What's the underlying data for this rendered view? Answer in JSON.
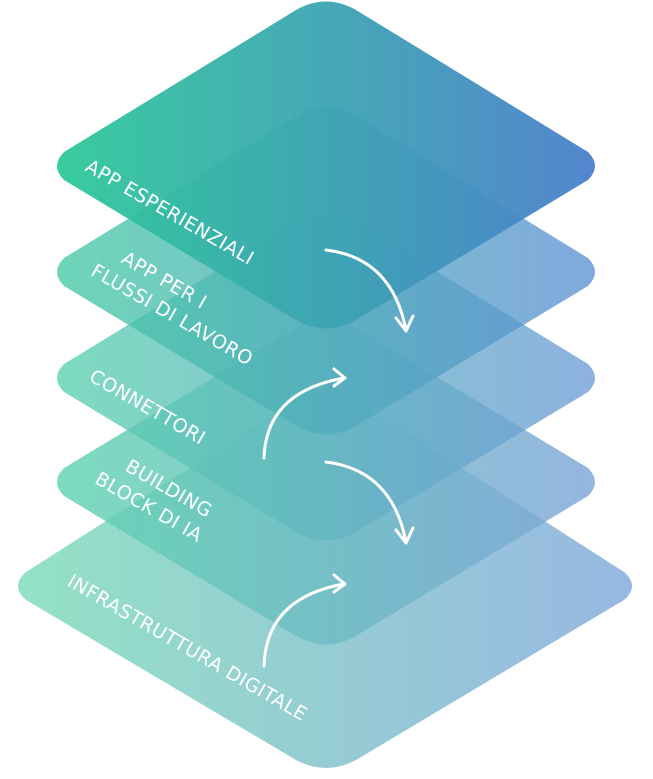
{
  "layers": [
    {
      "id": "infrastructure",
      "lines": [
        "INFRASTRUTTURA DIGITALE"
      ],
      "color_start": "#8ee0c2",
      "color_end": "#92b4e0"
    },
    {
      "id": "ai-building-blocks",
      "lines": [
        "BUILDING",
        "BLOCK DI IA"
      ],
      "color_start": "#5fd3b0",
      "color_end": "#7ea5d8"
    },
    {
      "id": "connectors",
      "lines": [
        "CONNETTORI"
      ],
      "color_start": "#58d0ae",
      "color_end": "#6d9bd6"
    },
    {
      "id": "workflow-apps",
      "lines": [
        "APP PER I",
        "FLUSSI DI LAVORO"
      ],
      "color_start": "#45c9a4",
      "color_end": "#5d90d4"
    },
    {
      "id": "experience-apps",
      "lines": [
        "APP ESPERIENZIALI"
      ],
      "color_start": "#2ec99a",
      "color_end": "#4a7fcb"
    }
  ],
  "arrows": [
    {
      "id": "arrow-experience-to-workflow",
      "direction": "down"
    },
    {
      "id": "arrow-connectors-to-workflow",
      "direction": "up"
    },
    {
      "id": "arrow-connectors-to-blocks",
      "direction": "down"
    },
    {
      "id": "arrow-infrastructure-to-blocks",
      "direction": "up"
    }
  ]
}
